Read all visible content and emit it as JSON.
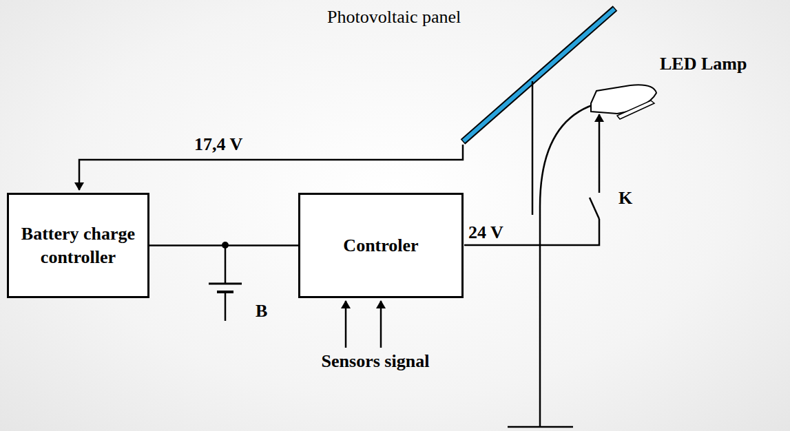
{
  "diagram": {
    "nodes": [
      {
        "text": [
          "Battery charge controller"
        ]
      },
      {
        "text": [
          "Controler"
        ]
      }
    ],
    "edges": [
      {
        "from": 0,
        "to": 1,
        "arrow": "none"
      }
    ],
    "labels": [
      "Photovoltaic panel",
      "LED Lamp",
      "17,4 V",
      "24 V",
      "K",
      "B",
      "Sensors signal"
    ]
  }
}
